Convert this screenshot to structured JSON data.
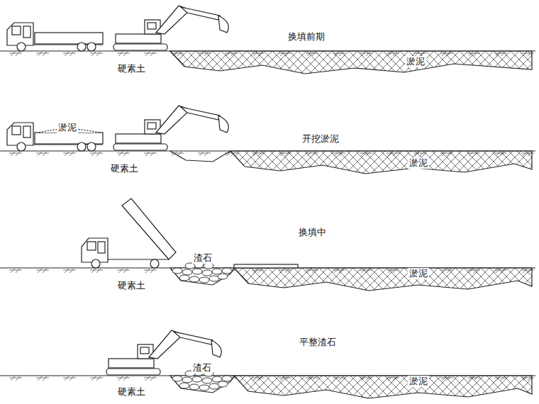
{
  "diagram": {
    "labels": [
      "换填前期",
      "淤泥",
      "硬素土",
      "淤泥",
      "开挖淤泥",
      "淤泥",
      "硬素土",
      "换填中",
      "渣石",
      "淤泥",
      "硬素土",
      "平整渣石",
      "渣石",
      "淤泥",
      "硬素土"
    ]
  }
}
